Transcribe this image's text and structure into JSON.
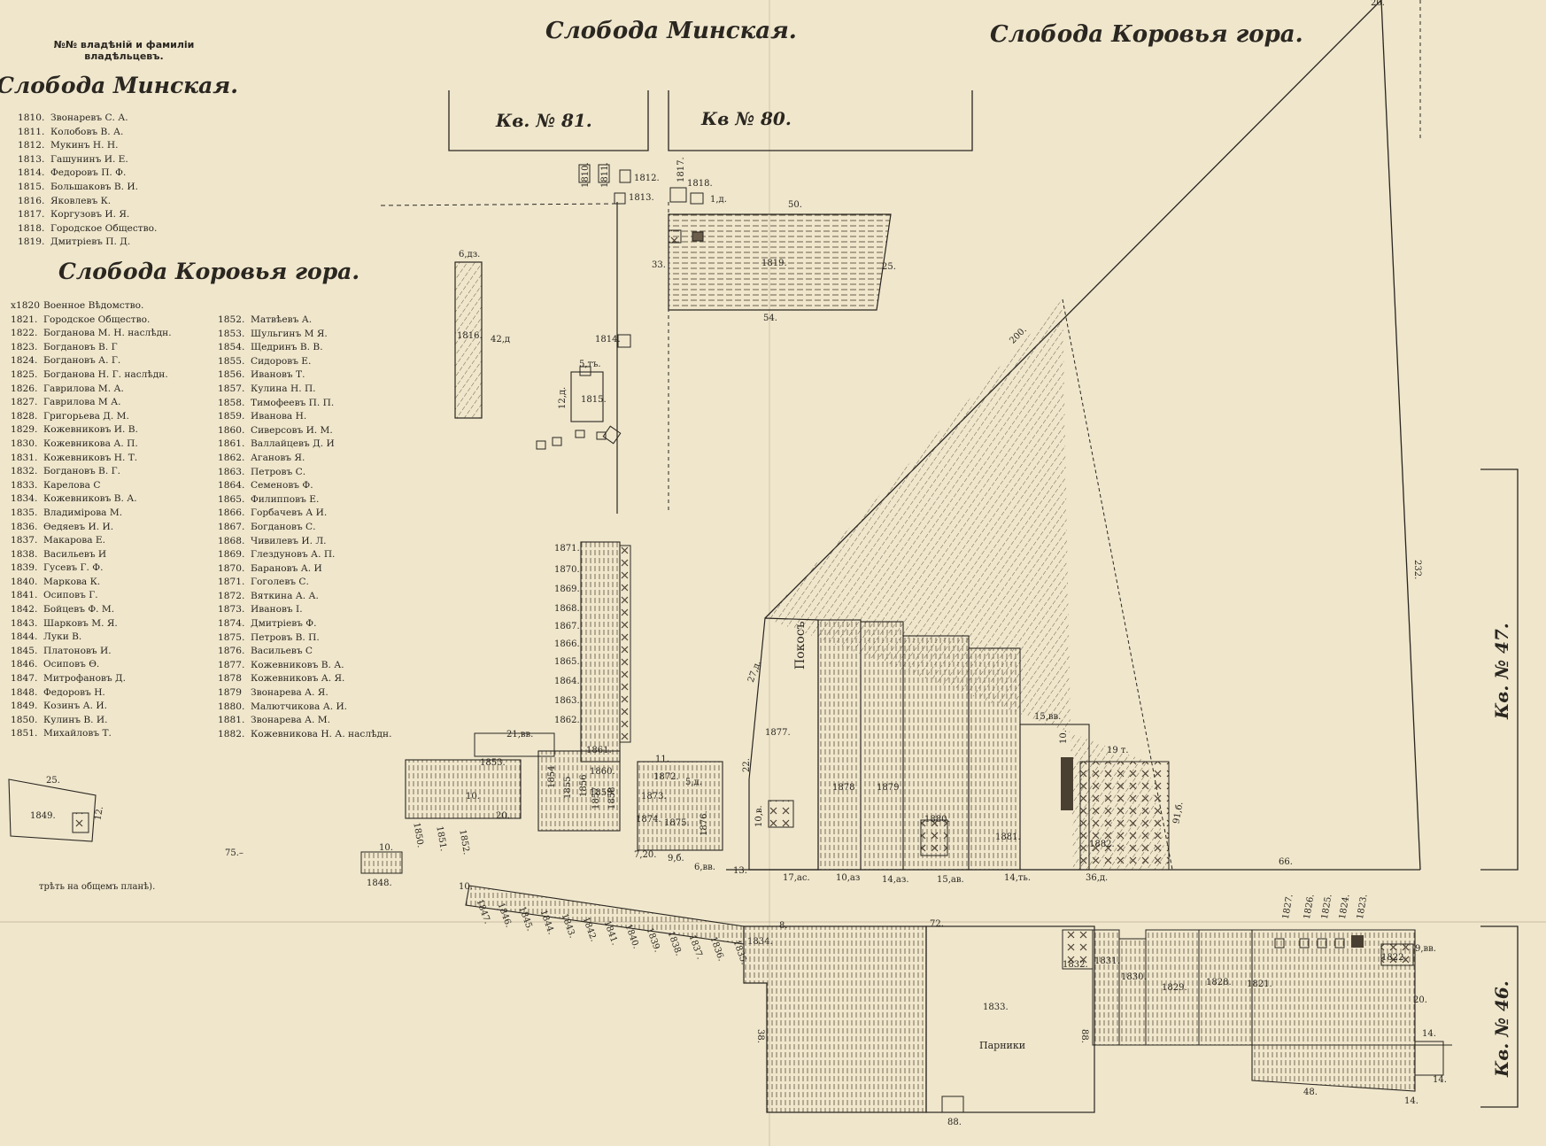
{
  "legend": {
    "heading_line1": "№№ владѣній и фамилiи",
    "heading_line2": "владѣльцевъ.",
    "section1_title": "Слобода Минская.",
    "section1": [
      {
        "num": "1810.",
        "name": "Звонаревъ С. А."
      },
      {
        "num": "1811.",
        "name": "Колобовъ В. А."
      },
      {
        "num": "1812.",
        "name": "Мукинъ Н. Н."
      },
      {
        "num": "1813.",
        "name": "Гашунинъ И. Е."
      },
      {
        "num": "1814.",
        "name": "Федоровъ П. Ф."
      },
      {
        "num": "1815.",
        "name": "Большаковъ В. И."
      },
      {
        "num": "1816.",
        "name": "Яковлевъ К."
      },
      {
        "num": "1817.",
        "name": "Коргузовъ И. Я."
      },
      {
        "num": "1818.",
        "name": "Городское Общество."
      },
      {
        "num": "1819.",
        "name": "Дмитрiевъ П. Д."
      }
    ],
    "section2_title": "Слобода Коровья гора.",
    "section2_col1": [
      {
        "num": "х1820",
        "name": "Военное Вѣдомство."
      },
      {
        "num": "1821.",
        "name": "Городское Общество."
      },
      {
        "num": "1822.",
        "name": "Богданова М. Н. наслѣдн."
      },
      {
        "num": "1823.",
        "name": "Богдановъ В. Г"
      },
      {
        "num": "1824.",
        "name": "Богдановъ А. Г."
      },
      {
        "num": "1825.",
        "name": "Богданова Н. Г. наслѣдн."
      },
      {
        "num": "1826.",
        "name": "Гаврилова М. А."
      },
      {
        "num": "1827.",
        "name": "Гаврилова М А."
      },
      {
        "num": "1828.",
        "name": "Григорьева Д. М."
      },
      {
        "num": "1829.",
        "name": "Кожевниковъ И. В."
      },
      {
        "num": "1830.",
        "name": "Кожевникова А. П."
      },
      {
        "num": "1831.",
        "name": "Кожевниковъ Н. Т."
      },
      {
        "num": "1832.",
        "name": "Богдановъ В. Г."
      },
      {
        "num": "1833.",
        "name": "Карелова С"
      },
      {
        "num": "1834.",
        "name": "Кожевниковъ В. А."
      },
      {
        "num": "1835.",
        "name": "Владимiрова М."
      },
      {
        "num": "1836.",
        "name": "Өедяевъ И. И."
      },
      {
        "num": "1837.",
        "name": "Макарова Е."
      },
      {
        "num": "1838.",
        "name": "Васильевъ И"
      },
      {
        "num": "1839.",
        "name": "Гусевъ Г. Ф."
      },
      {
        "num": "1840.",
        "name": "Маркова К."
      },
      {
        "num": "1841.",
        "name": "Осиповъ Г."
      },
      {
        "num": "1842.",
        "name": "Бойцевъ Ф. М."
      },
      {
        "num": "1843.",
        "name": "Шарковъ М. Я."
      },
      {
        "num": "1844.",
        "name": "Луки В."
      },
      {
        "num": "1845.",
        "name": "Платоновъ И."
      },
      {
        "num": "1846.",
        "name": "Осиповъ Ө."
      },
      {
        "num": "1847.",
        "name": "Митрофановъ Д."
      },
      {
        "num": "1848.",
        "name": "Федоровъ Н."
      },
      {
        "num": "1849.",
        "name": "Козинъ А. И."
      },
      {
        "num": "1850.",
        "name": "Кулинъ В. И."
      },
      {
        "num": "1851.",
        "name": "Михайловъ Т."
      }
    ],
    "section2_col2": [
      {
        "num": "1852.",
        "name": "Матвѣевъ А."
      },
      {
        "num": "1853.",
        "name": "Шульгинъ М Я."
      },
      {
        "num": "1854.",
        "name": "Щедринъ В. В."
      },
      {
        "num": "1855.",
        "name": "Сидоровъ Е."
      },
      {
        "num": "1856.",
        "name": "Ивановъ Т."
      },
      {
        "num": "1857.",
        "name": "Кулина Н. П."
      },
      {
        "num": "1858.",
        "name": "Тимофеевъ П. П."
      },
      {
        "num": "1859.",
        "name": "Иванова Н."
      },
      {
        "num": "1860.",
        "name": "Сиверсовъ И. М."
      },
      {
        "num": "1861.",
        "name": "Валлайцевъ Д. И"
      },
      {
        "num": "1862.",
        "name": "Агановъ Я."
      },
      {
        "num": "1863.",
        "name": "Петровъ С."
      },
      {
        "num": "1864.",
        "name": "Семеновъ Ф."
      },
      {
        "num": "1865.",
        "name": "Филипповъ Е."
      },
      {
        "num": "1866.",
        "name": "Горбачевъ А И."
      },
      {
        "num": "1867.",
        "name": "Богдановъ С."
      },
      {
        "num": "1868.",
        "name": "Чивилевъ И. Л."
      },
      {
        "num": "1869.",
        "name": "Глездуновъ А. П."
      },
      {
        "num": "1870.",
        "name": "Барановъ А. И"
      },
      {
        "num": "1871.",
        "name": "Гоголевъ С."
      },
      {
        "num": "1872.",
        "name": "Вяткина А. А."
      },
      {
        "num": "1873.",
        "name": "Ивановъ I."
      },
      {
        "num": "1874.",
        "name": "Дмитрiевъ Ф."
      },
      {
        "num": "1875.",
        "name": "Петровъ В. П."
      },
      {
        "num": "1876.",
        "name": "Васильевъ С"
      },
      {
        "num": "1877.",
        "name": "Кожевниковъ В. А."
      },
      {
        "num": "1878",
        "name": "Кожевниковъ А. Я."
      },
      {
        "num": "1879",
        "name": "Звонарева А. Я."
      },
      {
        "num": "1880.",
        "name": "Малютчикова А. И."
      },
      {
        "num": "1881.",
        "name": "Звонарева А. М."
      },
      {
        "num": "1882.",
        "name": "Кожевникова Н. А. наслѣдн."
      }
    ],
    "footnote": "трѣть на общемъ планѣ)."
  },
  "map": {
    "title_minskaya": "Слобода Минская.",
    "title_korovya": "Слобода Коровья гора.",
    "kv81": "Кв. № 81.",
    "kv80": "Кв № 80.",
    "kv47": "Кв. № 47.",
    "kv46": "Кв. № 46.",
    "pokos": "Покосъ",
    "parniki": "Парники",
    "labels": {
      "l1810": "1810.",
      "l1811": "1811.",
      "l1812": "1812.",
      "l1813": "1813.",
      "l1814": "1814.",
      "l1815": "1815.",
      "l1816": "1816.",
      "l1817": "1817.",
      "l1818": "1818.",
      "l1819": "1819.",
      "l1821": "1821.",
      "l1822": "1822.",
      "l1823": "1823.",
      "l1824": "1824.",
      "l1825": "1825.",
      "l1826": "1826.",
      "l1827": "1827.",
      "l1828": "1828.",
      "l1829": "1829.",
      "l1830": "1830.",
      "l1831": "1831.",
      "l1832": "1832.",
      "l1833": "1833.",
      "l1834": "1834.",
      "l1835": "1835.",
      "l1836": "1836.",
      "l1837": "1837.",
      "l1838": "1838.",
      "l1839": "1839.",
      "l1840": "1840.",
      "l1841": "1841.",
      "l1842": "1842.",
      "l1843": "1843.",
      "l1844": "1844.",
      "l1845": "1845.",
      "l1846": "1846.",
      "l1847": "1847.",
      "l1848": "1848.",
      "l1849": "1849.",
      "l1850": "1850.",
      "l1851": "1851.",
      "l1852": "1852.",
      "l1853": "1853.",
      "l1854": "1854",
      "l1855": "1855",
      "l1856": "1856",
      "l1857": "1857",
      "l1858": "1858",
      "l1859": "1859.",
      "l1860": "1860.",
      "l1861": "1861.",
      "l1862": "1862.",
      "l1863": "1863.",
      "l1864": "1864.",
      "l1865": "1865.",
      "l1866": "1866.",
      "l1867": "1867.",
      "l1868": "1868.",
      "l1869": "1869.",
      "l1870": "1870.",
      "l1871": "1871.",
      "l1872": "1872.",
      "l1873": "1873.",
      "l1874": "1874.",
      "l1875": "1875.",
      "l1876": "1876.",
      "l1877": "1877.",
      "l1878": "1878",
      "l1879": "1879",
      "l1880": "1880.",
      "l1881": "1881.",
      "l1882": "1882.",
      "d20": "20.",
      "d50": "50.",
      "d25": "25.",
      "d33": "33.",
      "d54": "54.",
      "d6d": "6,дз.",
      "d42": "42,д",
      "d5": "5,тъ.",
      "d12": "12,д.",
      "d1d": "1,д.",
      "d200": "200.",
      "d232": "232.",
      "d66": "66.",
      "d13": "13.",
      "d17": "17,ас.",
      "d10a": "10,аз",
      "d14a": "14,аз.",
      "d15": "15,ав.",
      "d14b": "14,ть.",
      "d36": "36,д.",
      "d27": "27,д.",
      "d22": "22.",
      "d10b": "10,в.",
      "d15b": "15,вв.",
      "d10c": "10.",
      "d19": "19 т.",
      "d91": "91,б.",
      "d72": "72.",
      "d8": "8.",
      "d88": "88.",
      "d38": "38.",
      "d88b": "88.",
      "d48": "48.",
      "d14c": "14.",
      "d14d": "14.",
      "d14e": "14.",
      "d20b": "20.",
      "d9": "9,вв.",
      "d21": "21,вв.",
      "d25b": "25.",
      "d12b": "12.",
      "d10d": "10.",
      "d11": "11.",
      "d5a": "5,д.",
      "d75": "75.–",
      "d10e": "10.",
      "d20c": "20.",
      "d720": "7,20.",
      "d9b": "9,б.",
      "d6": "6,вв.",
      "d10f": "10."
    }
  }
}
